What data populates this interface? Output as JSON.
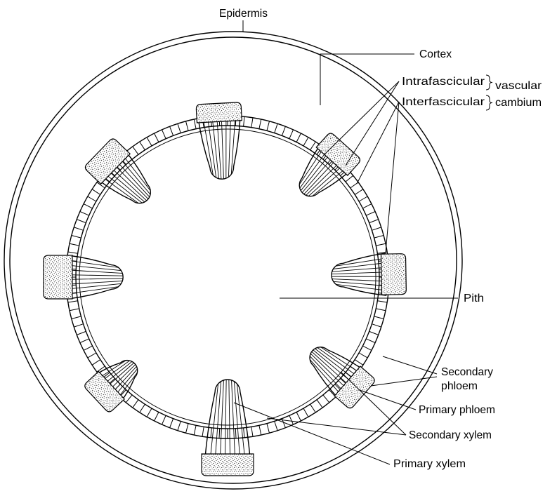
{
  "labels": {
    "epidermis": "Epidermis",
    "cortex": "Cortex",
    "intrafascicular": "Intrafascicular",
    "interfascicular": "Interfascicular",
    "vascular_cambium_line1": "vascular",
    "vascular_cambium_line2": "cambium",
    "pith": "Pith",
    "secondary_phloem_line1": "Secondary",
    "secondary_phloem_line2": "phloem",
    "primary_phloem": "Primary phloem",
    "secondary_xylem": "Secondary xylem",
    "primary_xylem": "Primary xylem"
  },
  "colors": {
    "ink": "#000000",
    "background": "#ffffff"
  }
}
